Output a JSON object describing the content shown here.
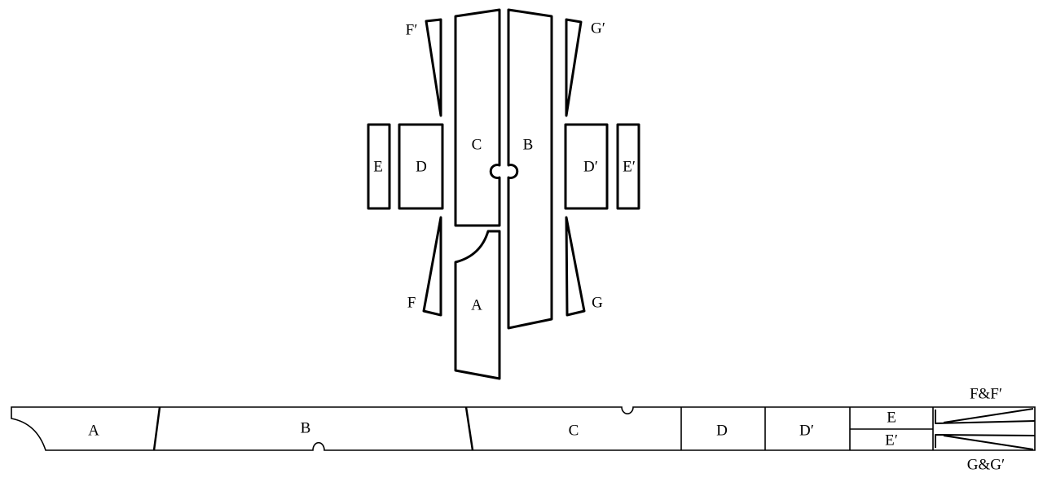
{
  "title": "Pattern pieces layout",
  "colors": {
    "stroke": "#000000",
    "background": "#ffffff"
  },
  "top_layout": {
    "labels": {
      "A": "A",
      "B": "B",
      "C": "C",
      "D": "D",
      "D_prime": "D′",
      "E": "E",
      "E_prime": "E′",
      "F": "F",
      "F_prime": "F′",
      "G": "G",
      "G_prime": "G′"
    }
  },
  "strip_layout": {
    "labels": {
      "A": "A",
      "B": "B",
      "C": "C",
      "D": "D",
      "D_prime": "D′",
      "E": "E",
      "E_prime": "E′",
      "FF": "F&F′",
      "GG": "G&G′"
    }
  }
}
